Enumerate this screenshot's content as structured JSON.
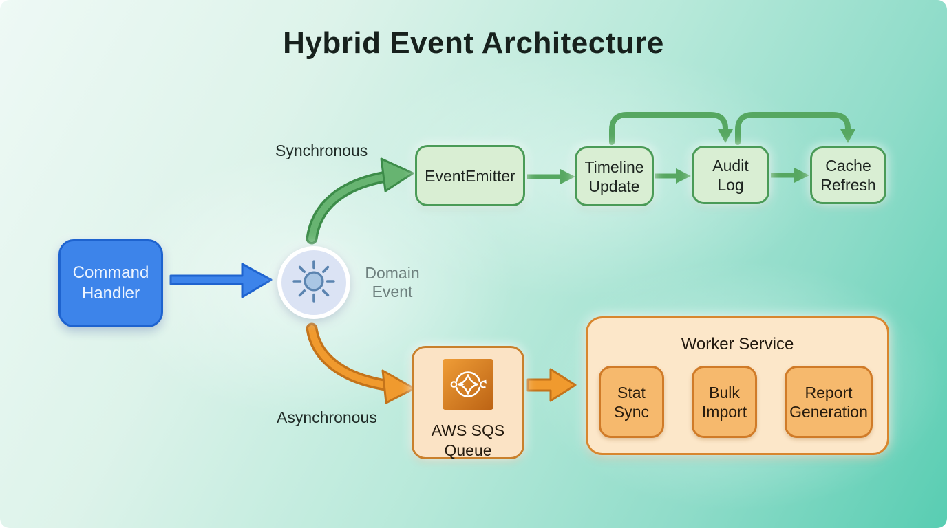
{
  "title": "Hybrid Event Architecture",
  "labels": {
    "synchronous": "Synchronous",
    "asynchronous": "Asynchronous",
    "domain_event": "Domain Event"
  },
  "nodes": {
    "command_handler": "Command Handler",
    "event_emitter": "EventEmitter",
    "timeline_update": "Timeline Update",
    "audit_log": "Audit Log",
    "cache_refresh": "Cache Refresh",
    "aws_sqs_queue": "AWS SQS Queue",
    "worker_service": "Worker Service",
    "stat_sync": "Stat Sync",
    "bulk_import": "Bulk Import",
    "report_generation": "Report Generation"
  },
  "icons": {
    "domain_event": "sun-burst-icon",
    "aws_sqs": "aws-sqs-icon"
  },
  "colors": {
    "background_light": "#eef9f5",
    "background_teal": "#58cdb2",
    "blue_node_fill": "#3d84ea",
    "blue_node_border": "#1e63cf",
    "green_fill": "#d9eed3",
    "green_border": "#4a9b57",
    "green_arrow": "#56a761",
    "green_arrow_outline": "#3c8c49",
    "orange_box_fill": "#fbe3c5",
    "orange_box_border": "#c9802c",
    "orange_arrow": "#f09a2e",
    "orange_arrow_outline": "#c4731a",
    "worker_fill": "#fce7c9",
    "worker_inner_fill": "#f6b96d",
    "domain_circle_fill": "#dbe3f4",
    "sun_icon_stroke": "#5b84b0",
    "domain_label_text": "#6e807e"
  }
}
